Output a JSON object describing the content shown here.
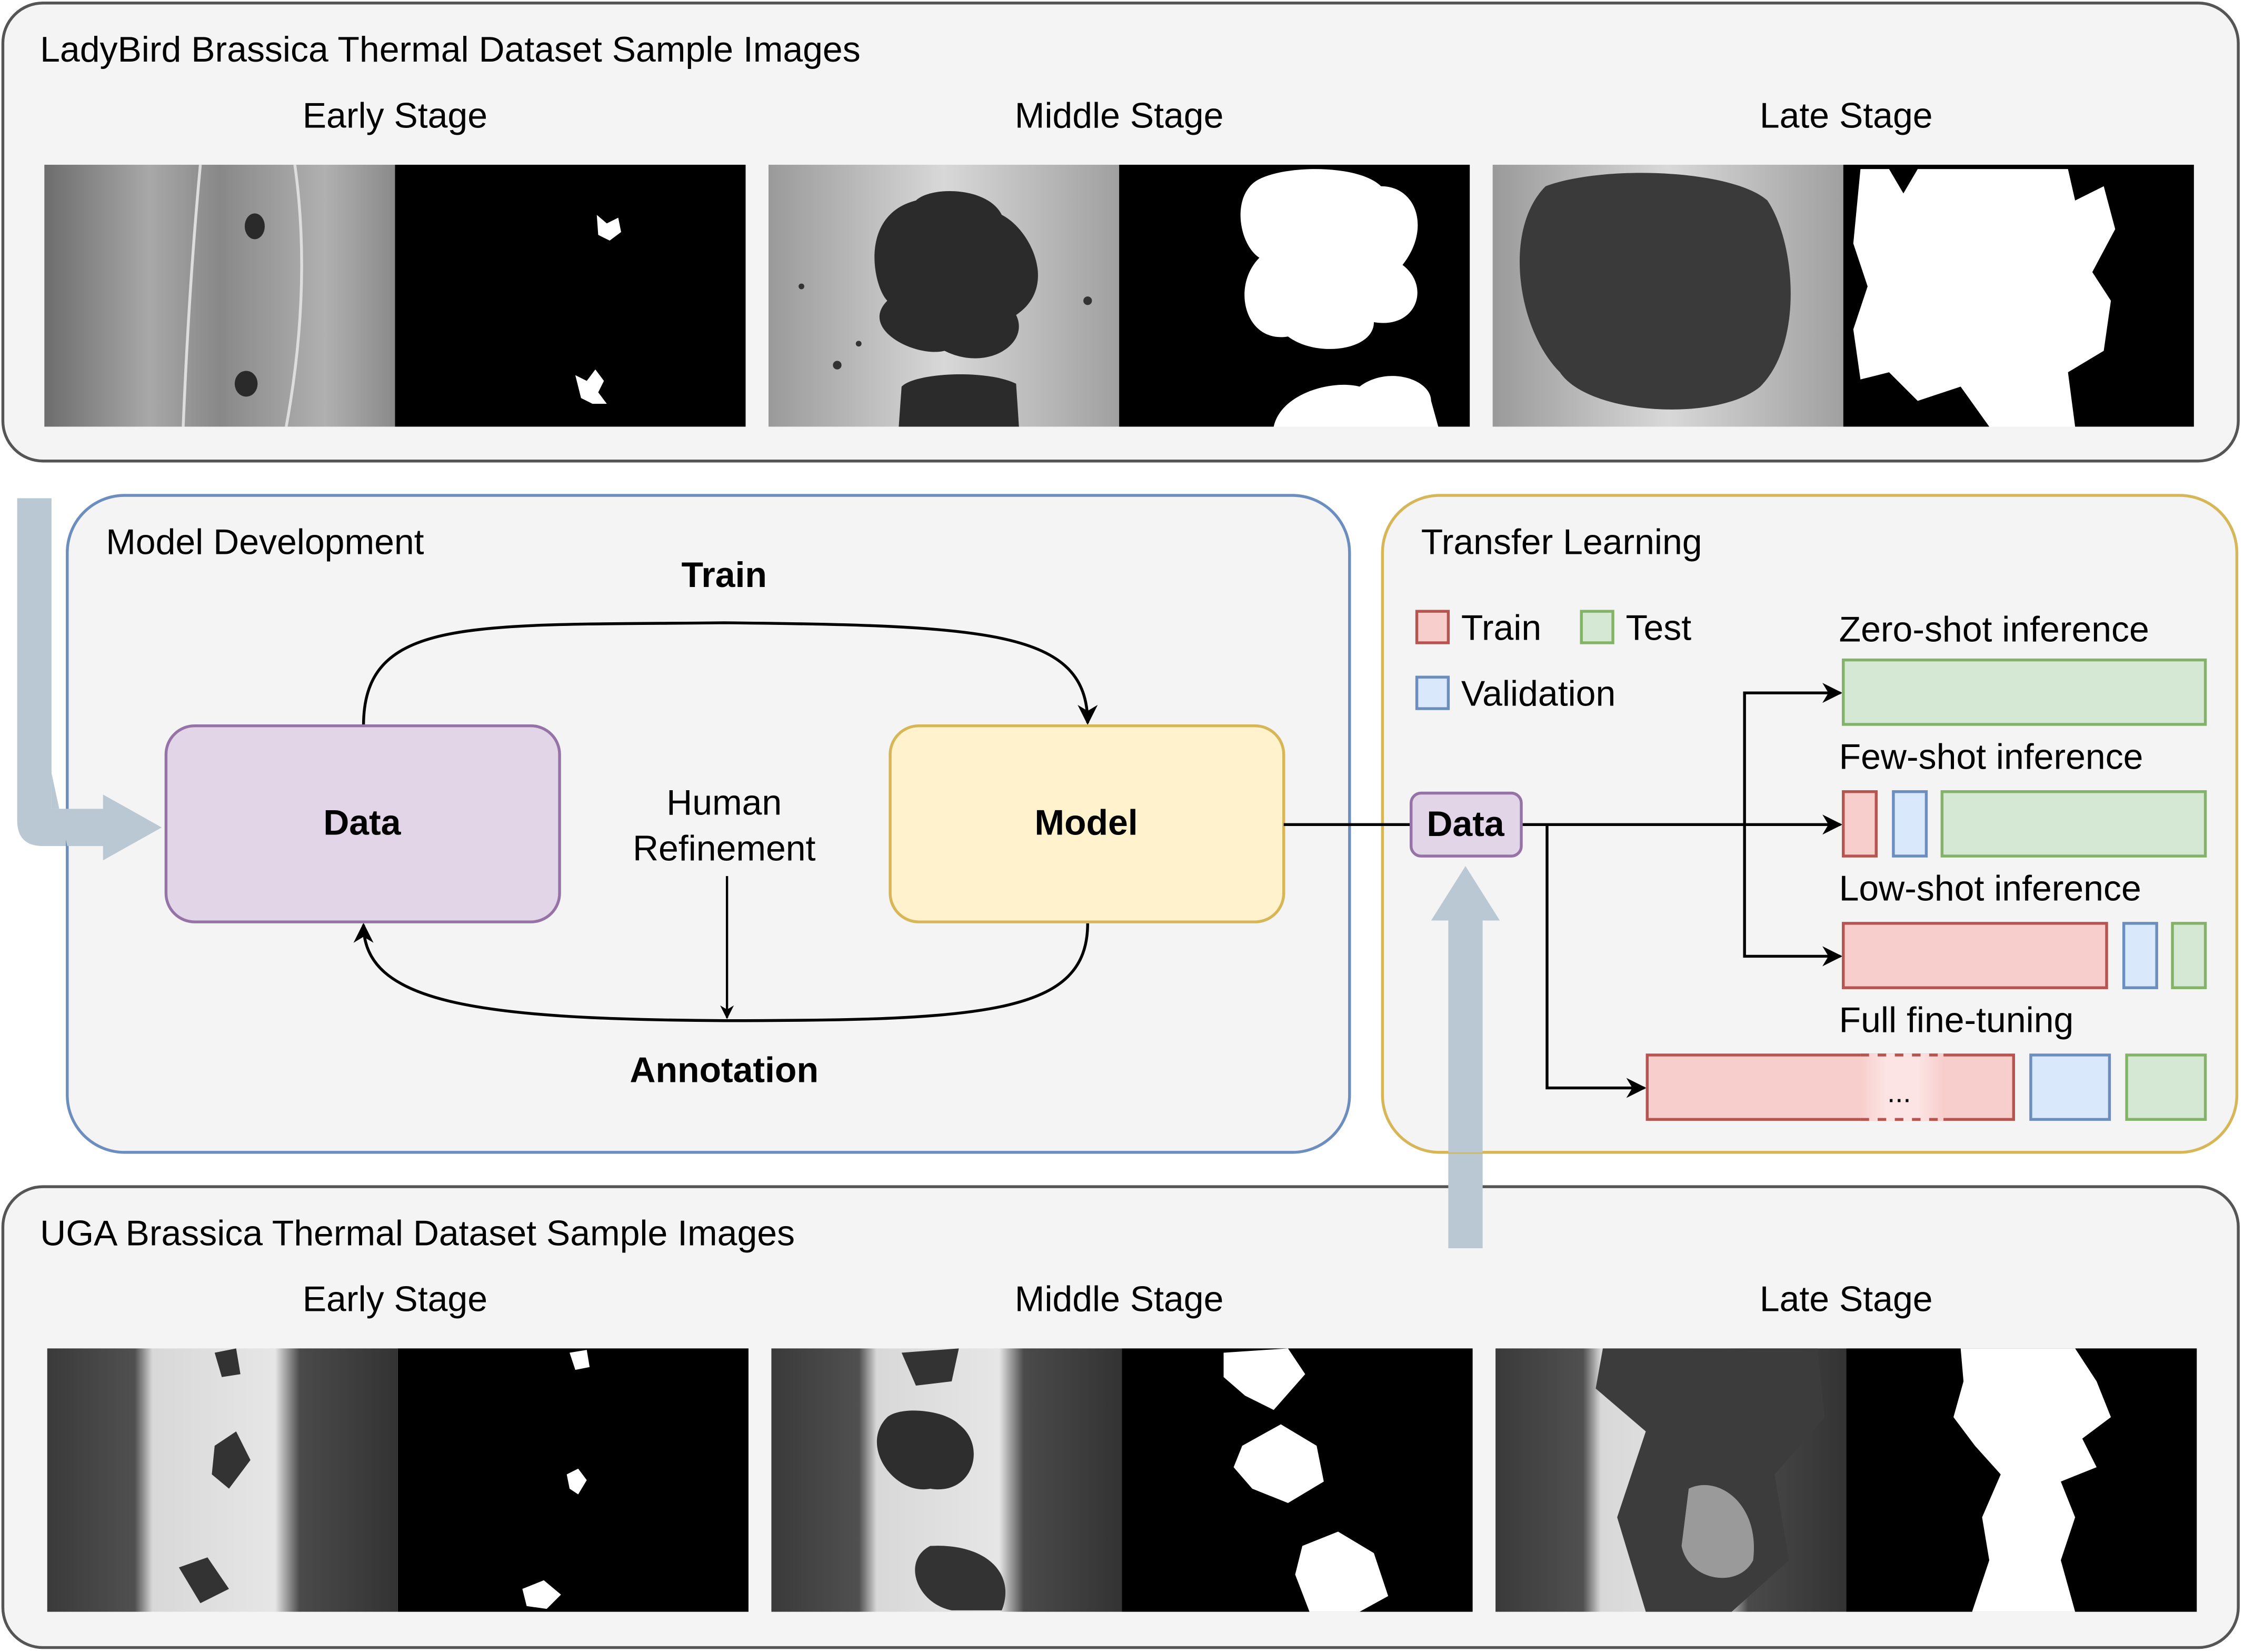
{
  "top_panel": {
    "title": "LadyBird Brassica Thermal Dataset Sample Images",
    "stages": [
      "Early Stage",
      "Middle Stage",
      "Late Stage"
    ]
  },
  "bottom_panel": {
    "title": "UGA Brassica Thermal Dataset Sample Images",
    "stages": [
      "Early Stage",
      "Middle Stage",
      "Late Stage"
    ]
  },
  "model_development": {
    "title": "Model Development",
    "data_label": "Data",
    "model_label": "Model",
    "train_label": "Train",
    "annotation_label": "Annotation",
    "human_refinement_line1": "Human",
    "human_refinement_line2": "Refinement"
  },
  "transfer_learning": {
    "title": "Transfer Learning",
    "data_label": "Data",
    "legend": {
      "train": "Train",
      "test": "Test",
      "validation": "Validation"
    },
    "methods": [
      {
        "label": "Zero-shot inference"
      },
      {
        "label": "Few-shot inference"
      },
      {
        "label": "Low-shot inference"
      },
      {
        "label": "Full fine-tuning"
      }
    ],
    "ellipsis": "..."
  },
  "colors": {
    "panel_bg": "#f4f4f4",
    "panel_border_gray": "#555555",
    "model_dev_border": "#6c8ebf",
    "transfer_border": "#d6b656",
    "data_fill": "#e1d5e7",
    "data_stroke": "#9673a6",
    "model_fill": "#fff2cc",
    "model_stroke": "#d6b656",
    "train_fill": "#f8cecc",
    "train_stroke": "#b85450",
    "val_fill": "#dae8fc",
    "val_stroke": "#6c8ebf",
    "test_fill": "#d5e8d4",
    "test_stroke": "#82b366",
    "flow_arrow": "#bac8d3"
  }
}
